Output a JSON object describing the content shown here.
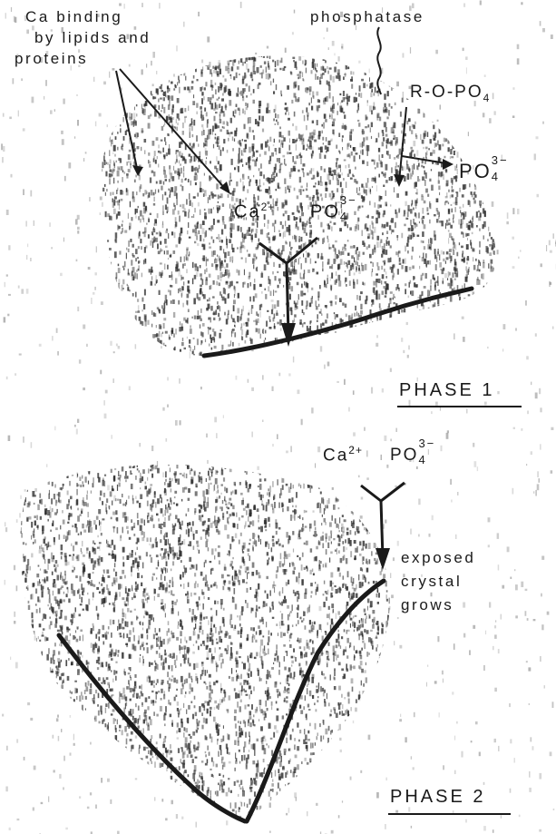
{
  "labels": {
    "ca_binding_line1": "Ca binding",
    "ca_binding_line2": "by lipids and",
    "ca_binding_line3": "proteins",
    "phosphatase": "phosphatase",
    "substrate": "R-O-PO",
    "substrate_sub": "4",
    "released_ion": "PO",
    "released_sup": "3−",
    "released_sub": "4",
    "ca_ion": "Ca",
    "ca_sup": "2+",
    "po_ion": "PO",
    "po_sup": "3−",
    "po_sub": "4",
    "phase1": "PHASE 1",
    "ca_ion_2": "Ca",
    "ca_sup_2": "2+",
    "po_ion_2": "PO",
    "po_sup_2": "3−",
    "po_sub_2": "4",
    "exposed_line1": "exposed",
    "exposed_line2": "crystal",
    "exposed_line3": "grows",
    "phase2": "PHASE 2"
  },
  "colors": {
    "ink": "#1a1a1a",
    "stipple": "#2b2b2b",
    "background": "#ffffff"
  }
}
